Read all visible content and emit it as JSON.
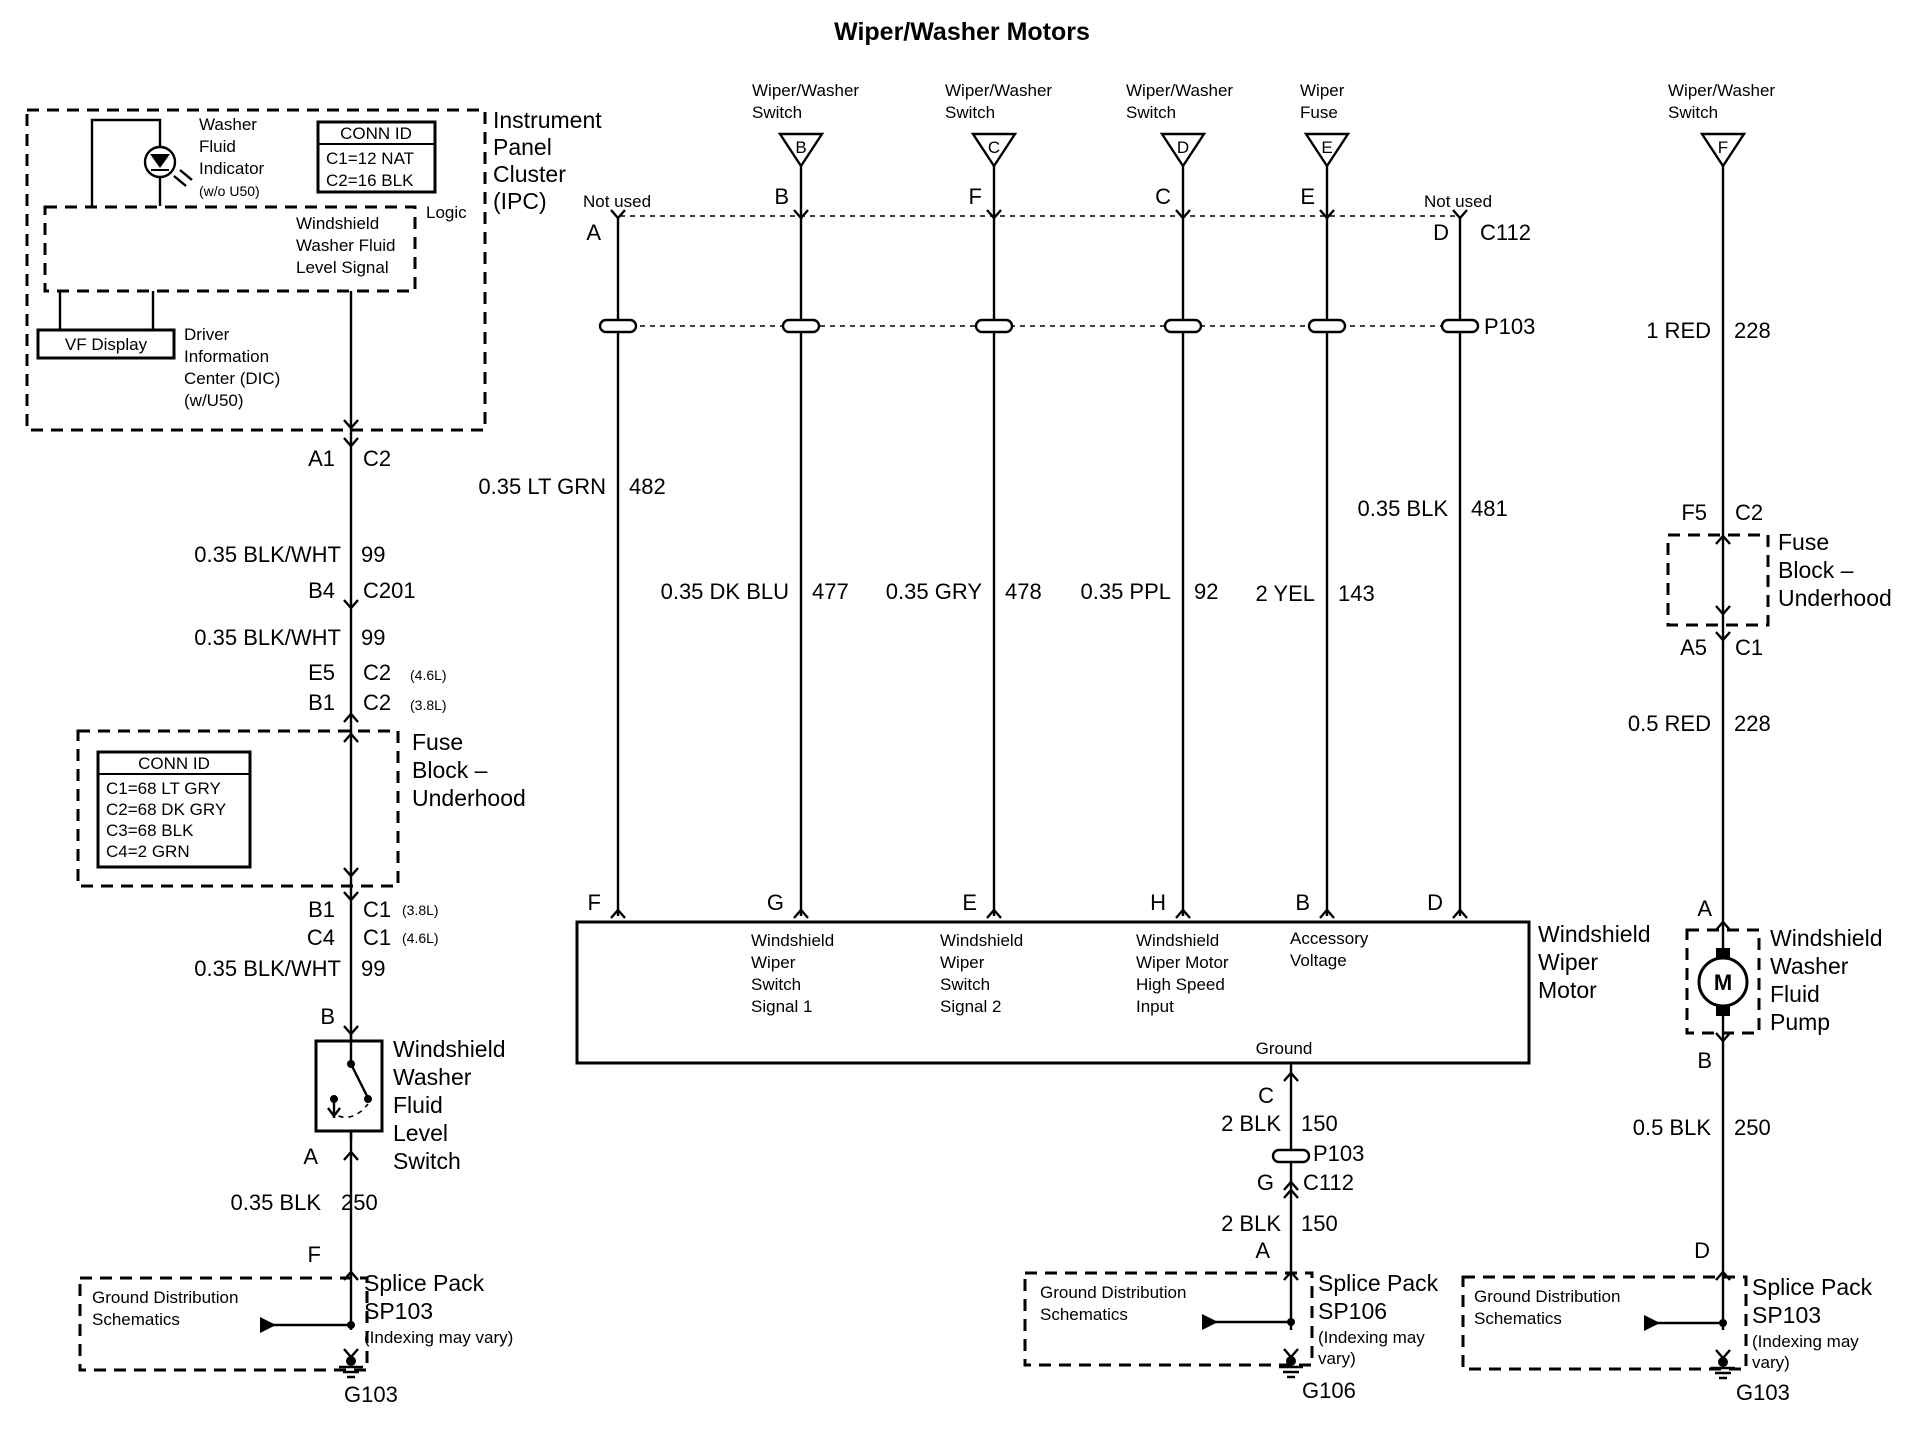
{
  "title": "Wiper/Washer Motors",
  "ipc": {
    "label": [
      "Instrument",
      "Panel",
      "Cluster",
      "(IPC)"
    ],
    "washer_indicator": [
      "Washer",
      "Fluid",
      "Indicator",
      "(w/o U50)"
    ],
    "conn_id": {
      "header": "CONN ID",
      "rows": [
        "C1=12 NAT",
        "C2=16 BLK"
      ]
    },
    "logic": "Logic",
    "level_signal": [
      "Windshield",
      "Washer Fluid",
      "Level Signal"
    ],
    "vf_display": "VF Display",
    "dic": [
      "Driver",
      "Information",
      "Center (DIC)",
      "(w/U50)"
    ]
  },
  "left": {
    "a1": "A1",
    "c2": "C2",
    "wire1": "0.35 BLK/WHT",
    "circ1": "99",
    "b4": "B4",
    "c201": "C201",
    "wire2": "0.35 BLK/WHT",
    "circ2": "99",
    "e5": "E5",
    "c2_e5": "C2",
    "eng46_top": "(4.6L)",
    "b1_top": "B1",
    "c2_b1": "C2",
    "eng38_top": "(3.8L)",
    "fuse_block": [
      "Fuse",
      "Block –",
      "Underhood"
    ],
    "conn_id": {
      "header": "CONN ID",
      "rows": [
        "C1=68 LT GRY",
        "C2=68 DK GRY",
        "C3=68 BLK",
        "C4=2 GRN"
      ]
    },
    "b1_bot": "B1",
    "c1_b1": "C1",
    "eng38_bot": "(3.8L)",
    "c4": "C4",
    "c1_c4": "C1",
    "eng46_bot": "(4.6L)",
    "wire3": "0.35 BLK/WHT",
    "circ3": "99",
    "pin_b": "B",
    "level_switch": [
      "Windshield",
      "Washer",
      "Fluid",
      "Level",
      "Switch"
    ],
    "pin_a": "A",
    "wire4": "0.35 BLK",
    "circ4": "250",
    "pin_f": "F",
    "splice_label": [
      "Splice Pack",
      "SP103",
      "(Indexing may vary)"
    ],
    "ground_dist": [
      "Ground Distribution",
      "Schematics"
    ],
    "ground": "G103"
  },
  "middle": {
    "switches": [
      {
        "label": [
          "Wiper/Washer",
          "Switch"
        ],
        "letter": "B"
      },
      {
        "label": [
          "Wiper/Washer",
          "Switch"
        ],
        "letter": "C"
      },
      {
        "label": [
          "Wiper/Washer",
          "Switch"
        ],
        "letter": "D"
      },
      {
        "label": [
          "Wiper",
          "Fuse"
        ],
        "letter": "E"
      }
    ],
    "not_used_left": "Not used",
    "not_used_right": "Not used",
    "c112_pins": [
      "A",
      "B",
      "F",
      "C",
      "E",
      "D"
    ],
    "c112": "C112",
    "p103": "P103",
    "wires": [
      {
        "gauge": "0.35 LT GRN",
        "circuit": "482"
      },
      {
        "gauge": "0.35 DK BLU",
        "circuit": "477"
      },
      {
        "gauge": "0.35 GRY",
        "circuit": "478"
      },
      {
        "gauge": "0.35 PPL",
        "circuit": "92"
      },
      {
        "gauge": "2 YEL",
        "circuit": "143"
      },
      {
        "gauge": "0.35 BLK",
        "circuit": "481"
      }
    ],
    "motor_pins": [
      "F",
      "G",
      "E",
      "H",
      "B",
      "D"
    ],
    "motor_inputs": [
      [
        "Windshield",
        "Wiper",
        "Switch",
        "Signal 1"
      ],
      [
        "Windshield",
        "Wiper",
        "Switch",
        "Signal 2"
      ],
      [
        "Windshield",
        "Wiper Motor",
        "High Speed",
        "Input"
      ],
      [
        "Accessory",
        "Voltage"
      ]
    ],
    "ground_label": "Ground",
    "motor_label": [
      "Windshield",
      "Wiper",
      "Motor"
    ],
    "pin_c": "C",
    "wire_gnd1": "2 BLK",
    "circ_gnd1": "150",
    "p103_b": "P103",
    "pin_g": "G",
    "c112_b": "C112",
    "wire_gnd2": "2 BLK",
    "circ_gnd2": "150",
    "pin_a": "A",
    "splice_label": [
      "Splice Pack",
      "SP106",
      "(Indexing may",
      "vary)"
    ],
    "ground_dist": [
      "Ground Distribution",
      "Schematics"
    ],
    "ground": "G106"
  },
  "right": {
    "switch_label": [
      "Wiper/Washer",
      "Switch"
    ],
    "letter": "F",
    "wire1": "1 RED",
    "circ1": "228",
    "f5": "F5",
    "c2": "C2",
    "fuse_block": [
      "Fuse",
      "Block –",
      "Underhood"
    ],
    "a5": "A5",
    "c1": "C1",
    "wire2": "0.5 RED",
    "circ2": "228",
    "pin_a": "A",
    "motor_symbol": "M",
    "pump_label": [
      "Windshield",
      "Washer",
      "Fluid",
      "Pump"
    ],
    "pin_b": "B",
    "wire3": "0.5 BLK",
    "circ3": "250",
    "pin_d": "D",
    "splice_label": [
      "Splice Pack",
      "SP103",
      "(Indexing may",
      "vary)"
    ],
    "ground_dist": [
      "Ground Distribution",
      "Schematics"
    ],
    "ground": "G103"
  }
}
